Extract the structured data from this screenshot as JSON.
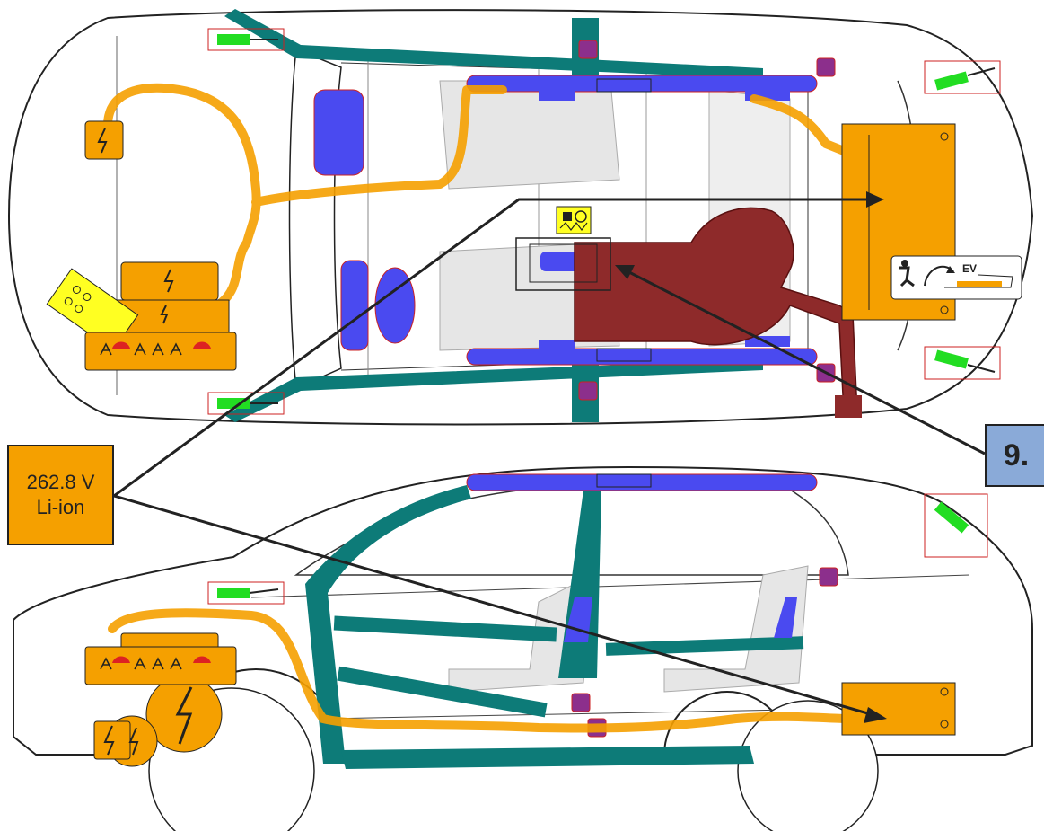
{
  "battery_label": {
    "voltage": "262.8 V",
    "chemistry": "Li-ion"
  },
  "reference_number": "9.",
  "ev_symbol_text": "EV",
  "colors": {
    "hv_orange": "#f5a000",
    "airbag_blue": "#4a4af0",
    "reinforcement_teal": "#0d7b78",
    "inflator_purple": "#8c2f8c",
    "pretensioner_green": "#22dd22",
    "fuel_tank_darkred": "#8e2a2a",
    "warning_yellow": "#ffff22",
    "callout_blue": "#8aaad8",
    "seat_grey": "#e6e6e6"
  }
}
